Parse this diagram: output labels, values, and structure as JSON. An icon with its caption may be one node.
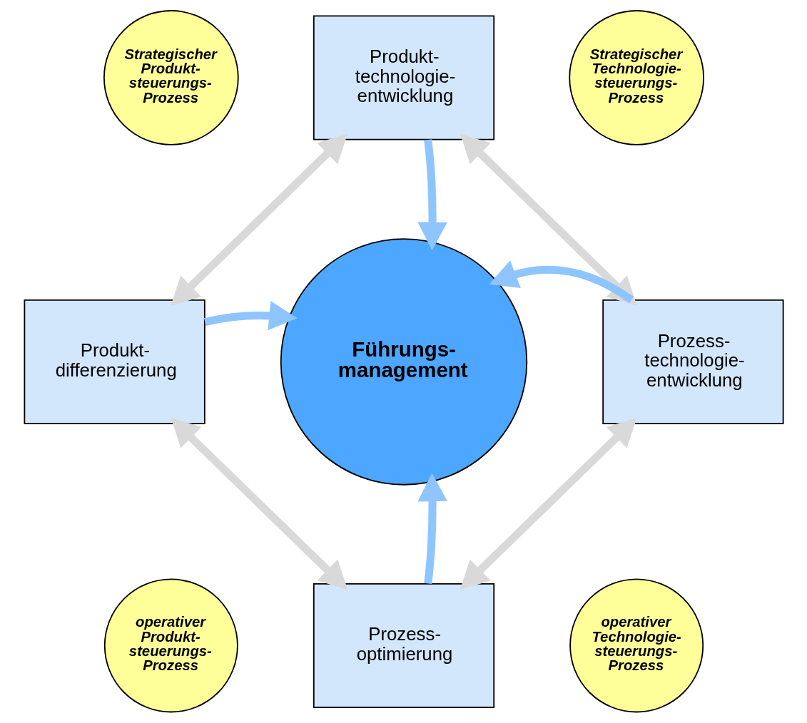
{
  "diagram": {
    "nodes": [
      {
        "text": [
          "Produkt- technologie- entwicklung"
        ]
      },
      {
        "text": [
          "Produkt- differenzierung"
        ]
      },
      {
        "text": [
          "Führungs- management"
        ]
      },
      {
        "text": [
          "Prozess- technologie- entwicklung"
        ]
      },
      {
        "text": [
          "Prozess- optimierung"
        ]
      },
      {
        "text": [
          "Strategischer Produkt- steuerungs- Prozess"
        ]
      },
      {
        "text": [
          "Strategischer Technologie- steuerungs- Prozess"
        ]
      },
      {
        "text": [
          "operativer Produkt- steuerungs- Prozess"
        ]
      },
      {
        "text": [
          "operativer Technologie- steuerungs- Prozess"
        ]
      }
    ],
    "edges": [
      {
        "from": 0,
        "to": 2,
        "arrow": "to",
        "color": "#8ec5ff"
      },
      {
        "from": 1,
        "to": 2,
        "arrow": "to",
        "color": "#8ec5ff"
      },
      {
        "from": 3,
        "to": 2,
        "arrow": "to",
        "color": "#8ec5ff"
      },
      {
        "from": 4,
        "to": 2,
        "arrow": "to",
        "color": "#8ec5ff"
      },
      {
        "from": 0,
        "to": 1,
        "arrow": "both",
        "color": "#d9d9d9"
      },
      {
        "from": 0,
        "to": 3,
        "arrow": "both",
        "color": "#d9d9d9"
      },
      {
        "from": 1,
        "to": 4,
        "arrow": "both",
        "color": "#d9d9d9"
      },
      {
        "from": 3,
        "to": 4,
        "arrow": "both",
        "color": "#d9d9d9"
      }
    ]
  }
}
